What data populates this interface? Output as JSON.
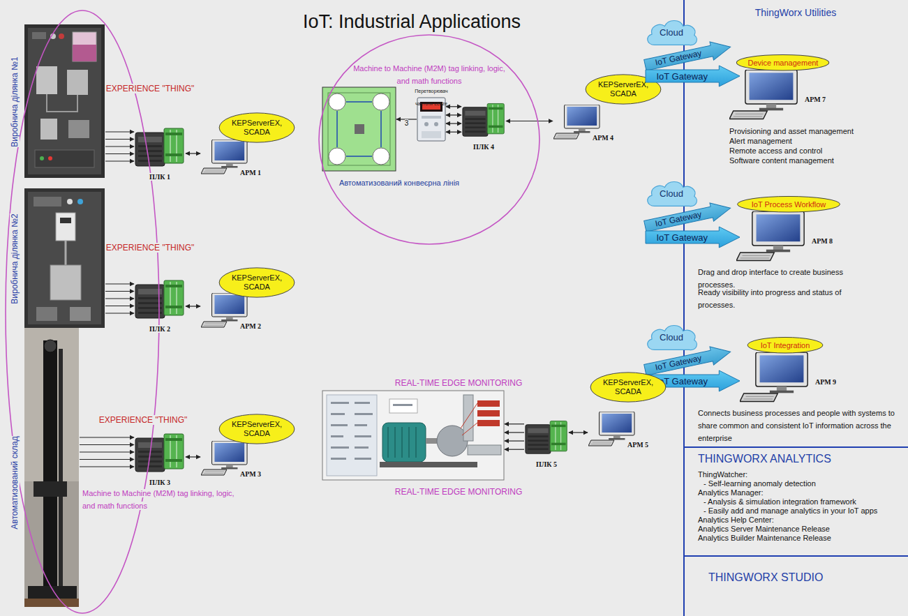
{
  "diagram": {
    "title": "IoT: Industrial Applications",
    "nodes": [
      {
        "text": [
          "Machine to Machine (M2M) tag linking, logic, and math functions"
        ]
      },
      {
        "text": [
          "Виробнича ділянка №1"
        ],
        "in": 0
      },
      {
        "text": [
          "ПЛК 1"
        ]
      },
      {
        "text": [
          "KEPServerEX, SCADA"
        ]
      },
      {
        "text": [
          "АРМ 1"
        ]
      },
      {
        "text": [
          "Machine to Machine (M2M) tag linking, logic, and math functions"
        ]
      },
      {
        "text": [
          "Автоматизований конвеєрна лінія"
        ],
        "in": 5
      },
      {
        "text": [
          "Перетворювач частоти Lenze"
        ],
        "in": 5
      },
      {
        "text": [
          "ПЛК 4"
        ],
        "in": 5
      },
      {
        "text": [
          "KEPServerEX, SCADA"
        ]
      },
      {
        "text": [
          "АРМ 4"
        ]
      },
      {
        "text": [
          "Cloud"
        ]
      },
      {
        "text": [
          "IoT Gateway"
        ]
      },
      {
        "text": [
          "IoT Gateway"
        ]
      },
      {
        "text": [
          "Device management"
        ]
      },
      {
        "text": [
          "АРМ 7"
        ]
      },
      {
        "text": [
          "Cloud"
        ]
      },
      {
        "text": [
          "IoT Gateway"
        ]
      },
      {
        "text": [
          "IoT Gateway"
        ]
      },
      {
        "text": [
          "IoT Process Workflow"
        ]
      },
      {
        "text": [
          "АРМ 8"
        ]
      },
      {
        "text": [
          "Виробнича ділянка №2"
        ],
        "in": 0
      },
      {
        "text": [
          "ПЛК 2"
        ]
      },
      {
        "text": [
          "KEPServerEX, SCADA"
        ]
      },
      {
        "text": [
          "АРМ 2"
        ]
      },
      {
        "text": [
          "Cloud"
        ]
      },
      {
        "text": [
          "IoT Gateway"
        ]
      },
      {
        "text": [
          "IoT Gateway"
        ]
      },
      {
        "text": [
          "IoT Integration"
        ]
      },
      {
        "text": [
          "АРМ 9"
        ]
      },
      {
        "text": [
          "Автоматизований склад"
        ],
        "in": 0
      },
      {
        "text": [
          "ПЛК 3"
        ]
      },
      {
        "text": [
          "KEPServerEX, SCADA"
        ]
      },
      {
        "text": [
          "АРМ 3"
        ]
      },
      {
        "text": [
          "REAL-TIME EDGE MONITORING",
          "REAL-TIME EDGE MONITORING"
        ]
      },
      {
        "text": [
          "ПЛК 5"
        ]
      },
      {
        "text": [
          "KEPServerEX, SCADA"
        ]
      },
      {
        "text": [
          "АРМ 5"
        ]
      }
    ],
    "edges": [
      {
        "from": 1,
        "to": 2,
        "arrow": "to"
      },
      {
        "from": 2,
        "to": 4,
        "arrow": "both"
      },
      {
        "from": 7,
        "to": 6,
        "label": "3",
        "arrow": "to"
      },
      {
        "from": 7,
        "to": 8,
        "arrow": "both"
      },
      {
        "from": 8,
        "to": 10,
        "arrow": "both"
      },
      {
        "from": 21,
        "to": 22,
        "arrow": "to"
      },
      {
        "from": 22,
        "to": 24,
        "arrow": "both"
      },
      {
        "from": 30,
        "to": 31,
        "arrow": "to"
      },
      {
        "from": 31,
        "to": 33,
        "arrow": "both"
      },
      {
        "from": 35,
        "to": 34,
        "arrow": "to"
      },
      {
        "from": 35,
        "to": 37,
        "arrow": "both"
      }
    ],
    "labels": [
      "EXPERIENCE \"THING\"",
      "ThingWorx Utilities",
      "Provisioning and asset management",
      "Alert management",
      "Remote access and control",
      "Software content management",
      "Drag and drop interface to create business processes.",
      "Ready visibility into progress and status of processes.",
      "EXPERIENCE \"THING\"",
      "Connects business processes and people with systems to share common and consistent IoT information across the enterprise",
      "EXPERIENCE \"THING\"",
      "THINGWORX ANALYTICS",
      "ThingWatcher:",
      "- Self-learning anomaly detection",
      "Analytics Manager:",
      "- Analysis & simulation integration framework",
      "- Easily add and manage analytics in your IoT apps",
      "Analytics Help Center:",
      "Analytics Server Maintenance Release",
      "Analytics Builder Maintenance Release",
      "THINGWORX STUDIO"
    ]
  }
}
